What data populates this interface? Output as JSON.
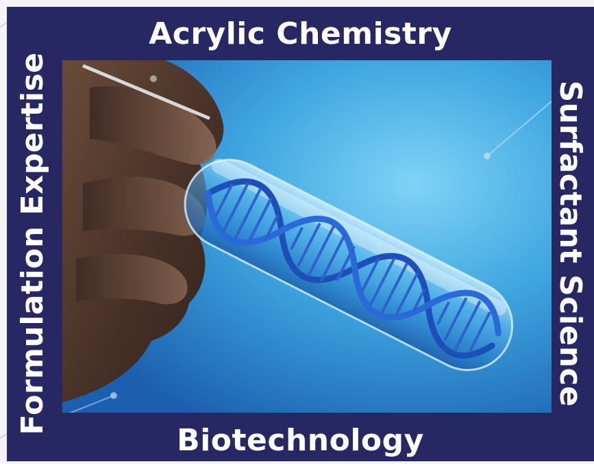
{
  "labels": {
    "top": "Acrylic Chemistry",
    "right": "Surfactant Science",
    "bottom": "Biotechnology",
    "left": "Formulation Expertise"
  },
  "colors": {
    "frame": "#272764",
    "text": "#ffffff",
    "photo_background": "#3aa0dc"
  },
  "image": {
    "subject": "dna-helix-in-test-tube-image"
  }
}
